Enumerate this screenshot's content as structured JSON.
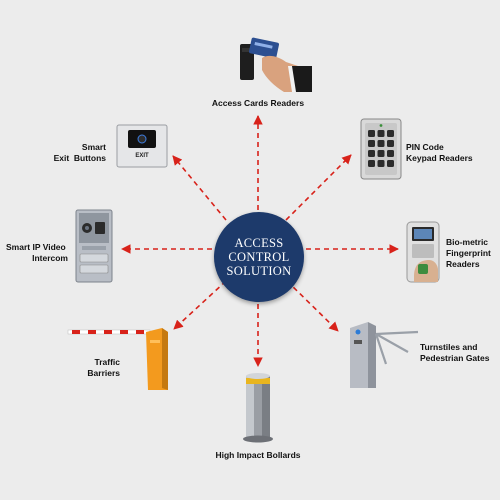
{
  "center": {
    "lines": [
      "ACCESS",
      "CONTROL",
      "SOLUTION"
    ]
  },
  "nodes": [
    {
      "id": "access-cards",
      "lines": [
        "Access Cards Readers"
      ]
    },
    {
      "id": "pin-code",
      "lines": [
        "PIN Code",
        "Keypad Readers"
      ]
    },
    {
      "id": "biometric",
      "lines": [
        "Bio-metric",
        "Fingerprint",
        "Readers"
      ]
    },
    {
      "id": "turnstiles",
      "lines": [
        "Turnstiles and",
        "Pedestrian Gates"
      ]
    },
    {
      "id": "bollards",
      "lines": [
        "High Impact Bollards"
      ]
    },
    {
      "id": "traffic",
      "lines": [
        "Traffic",
        "Barriers"
      ]
    },
    {
      "id": "intercom",
      "lines": [
        "Smart IP Video",
        "Intercom"
      ]
    },
    {
      "id": "exit-buttons",
      "lines": [
        "Smart",
        "Exit  Buttons"
      ]
    }
  ],
  "devices": {
    "exit_button_text": "EXIT"
  },
  "colors": {
    "arrow": "#d8221a",
    "hub": "#1d3a6b",
    "background": "#ececec"
  }
}
